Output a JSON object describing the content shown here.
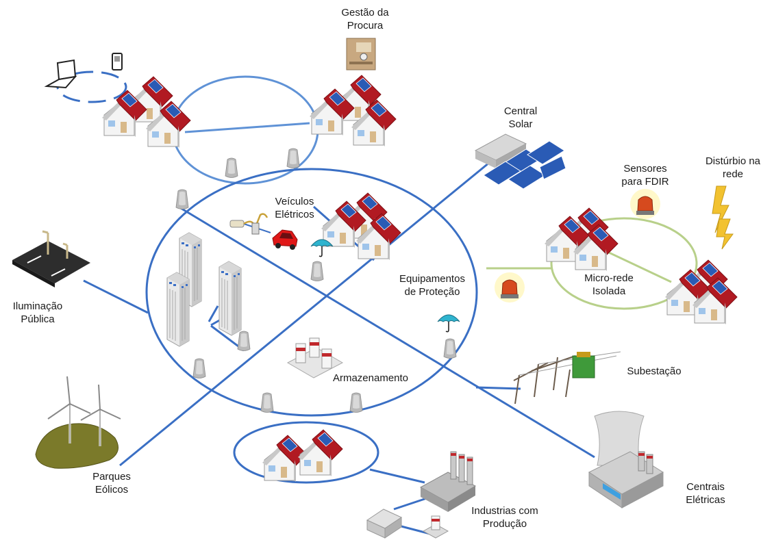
{
  "labels": {
    "gestao": [
      "Gestão da",
      "Procura"
    ],
    "solar": [
      "Central",
      "Solar"
    ],
    "sensores": [
      "Sensores",
      "para FDIR"
    ],
    "disturbio": [
      "Distúrbio na",
      "rede"
    ],
    "veiculos": [
      "Veículos",
      "Elétricos"
    ],
    "equip": [
      "Equipamentos",
      "de Proteção"
    ],
    "micro": [
      "Micro-rede",
      "Isolada"
    ],
    "ilum": [
      "Iluminação",
      "Pública"
    ],
    "subest": [
      "Subestação"
    ],
    "armaz": [
      "Armazenamento"
    ],
    "parques": [
      "Parques",
      "Eólicos"
    ],
    "industrias": [
      "Industrias com",
      "Produção"
    ],
    "centrais": [
      "Centrais",
      "Elétricas"
    ]
  },
  "colors": {
    "line": "#3a6fc4",
    "line_light": "#5f92d6",
    "microgrid": "#b8d08a",
    "roof": "#b11a22",
    "wall": "#f2f2f2",
    "panel": "#2a5bb5",
    "alarm": "#d64a1e",
    "bolt": "#f2c230",
    "umbrella": "#2fb4cf",
    "hill": "#7b7a2a"
  }
}
